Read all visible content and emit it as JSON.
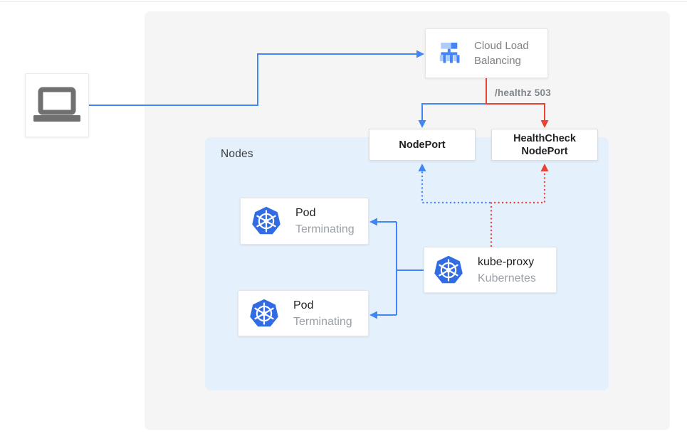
{
  "colors": {
    "blue": "#4285f4",
    "red": "#ea4335",
    "background_panel": "#f5f5f5",
    "nodes_panel": "#e4f0fc",
    "kubernetes_blue": "#326ce5",
    "light_icon_blue": "#aecbfa",
    "laptop_gray": "#707070"
  },
  "diagram": {
    "load_balancer": {
      "title": "Cloud Load Balancing"
    },
    "healthz_label": "/healthz 503",
    "nodeport": {
      "label": "NodePort"
    },
    "healthcheck_nodeport": {
      "label": "HealthCheck NodePort"
    },
    "nodes_group": {
      "label": "Nodes"
    },
    "pods": [
      {
        "title": "Pod",
        "subtitle": "Terminating"
      },
      {
        "title": "Pod",
        "subtitle": "Terminating"
      }
    ],
    "kube_proxy": {
      "title": "kube-proxy",
      "subtitle": "Kubernetes"
    }
  }
}
